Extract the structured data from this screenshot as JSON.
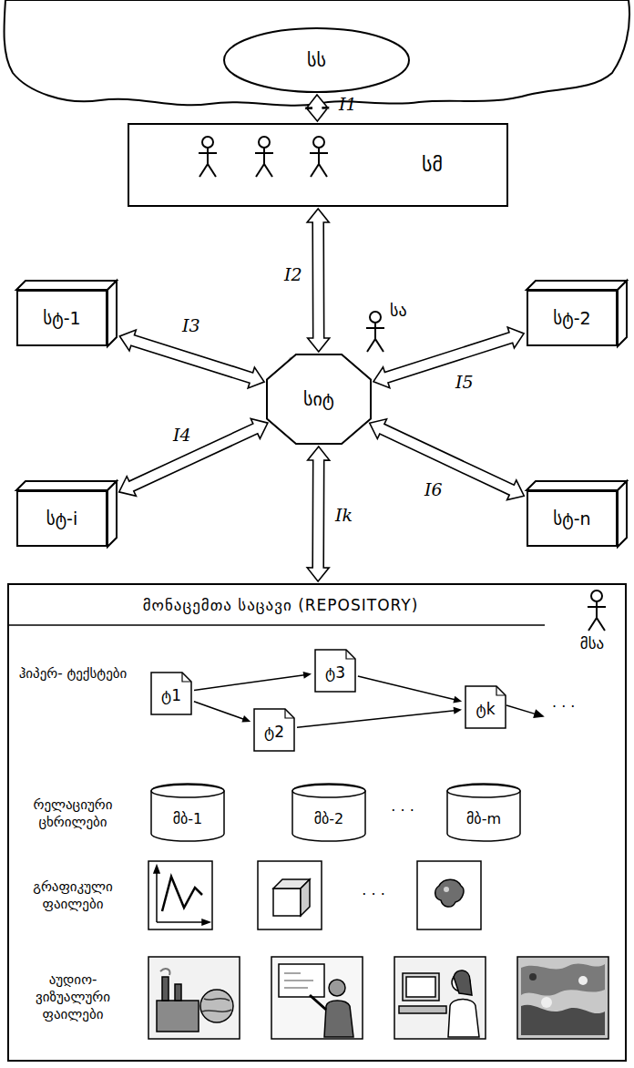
{
  "diagram": {
    "nodes": [
      {
        "text": [
          "სს"
        ]
      },
      {
        "text": [
          "სმ"
        ]
      },
      {
        "text": [
          "სიტ"
        ]
      },
      {
        "text": [
          "სტ-1"
        ]
      },
      {
        "text": [
          "სტ-2"
        ]
      },
      {
        "text": [
          "სტ-i"
        ]
      },
      {
        "text": [
          "სტ-n"
        ]
      },
      {
        "text": [
          "მონაცემთა საცავი (REPOSITORY)"
        ]
      },
      {
        "text": [
          "ტ1"
        ],
        "in": 7
      },
      {
        "text": [
          "ტ2"
        ],
        "in": 7
      },
      {
        "text": [
          "ტ3"
        ],
        "in": 7
      },
      {
        "text": [
          "ტk"
        ],
        "in": 7
      },
      {
        "text": [
          "მბ-1"
        ],
        "in": 7
      },
      {
        "text": [
          "მბ-2"
        ],
        "in": 7
      },
      {
        "text": [
          "მბ-m"
        ],
        "in": 7
      }
    ],
    "edges": [
      {
        "from": 0,
        "to": 1,
        "arrow": "both",
        "label": "I1"
      },
      {
        "from": 1,
        "to": 2,
        "arrow": "both",
        "label": "I2"
      },
      {
        "from": 3,
        "to": 2,
        "arrow": "both",
        "label": "I3"
      },
      {
        "from": 5,
        "to": 2,
        "arrow": "both",
        "label": "I4"
      },
      {
        "from": 2,
        "to": 4,
        "arrow": "both",
        "label": "I5"
      },
      {
        "from": 2,
        "to": 6,
        "arrow": "both",
        "label": "I6"
      },
      {
        "from": 2,
        "to": 7,
        "arrow": "both",
        "label": "Ik"
      },
      {
        "from": 8,
        "to": 10,
        "arrow": "to"
      },
      {
        "from": 8,
        "to": 9,
        "arrow": "to"
      },
      {
        "from": 10,
        "to": 11,
        "arrow": "to"
      },
      {
        "from": 9,
        "to": 11,
        "arrow": "to"
      }
    ],
    "labels": [
      "სა",
      "მსა",
      "ჰიპერ- ტექსტები",
      "რელაციური ცხრილები",
      "გრაფიკული ფაილები",
      "აუდიო- ვიზუალური ფაილები",
      "· · ·",
      "· · ·",
      "· · ·"
    ]
  }
}
